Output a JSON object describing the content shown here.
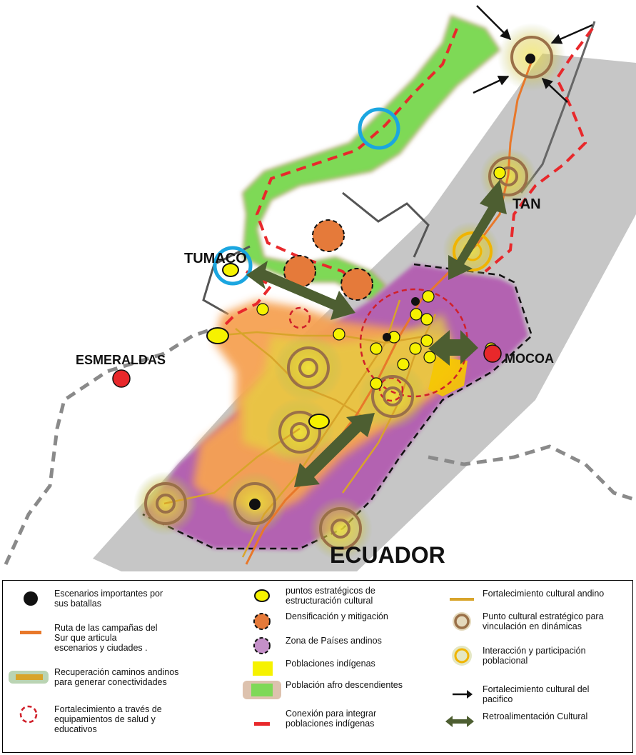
{
  "map": {
    "places": {
      "tumaco": "TUMACO",
      "esmeraldas": "ESMERALDAS",
      "mocoa": "MOCOA",
      "ecuador": "ECUADOR",
      "pasto_partial": "TAN"
    },
    "colors": {
      "green_pacific": "#7ed957",
      "orange": "#f6a253",
      "purple": "#b25ab0",
      "gray_band": "#c9c9c9",
      "red_dash": "#e8282b",
      "olive_arrow": "#4d5e31",
      "brown_ring": "#9a7048",
      "yellow": "#f6f200",
      "blue_ring": "#1ba6e0"
    }
  },
  "legend": {
    "col1": [
      {
        "icon": "black-dot",
        "text": "Escenarios importantes por\nsus batallas"
      },
      {
        "icon": "orange-line",
        "text": "Ruta de las campañas del\nSur que articula\nescenarios y ciudades ."
      },
      {
        "icon": "andean-road",
        "text": "Recuperación caminos andinos\npara generar conectividades"
      },
      {
        "icon": "red-dashed-circle",
        "text": "Fortalecimiento  a través de\nequipamientos  de salud y\neducativos"
      }
    ],
    "col2": [
      {
        "icon": "yellow-dot",
        "text": "puntos estratégicos de\nestructuración cultural"
      },
      {
        "icon": "orange-dashed-dot",
        "text": "Densificación  y mitigación"
      },
      {
        "icon": "purple-dashed-dot",
        "text": "Zona de Países andinos"
      },
      {
        "icon": "yellow-rect",
        "text": "Poblaciones indígenas"
      },
      {
        "icon": "green-rect",
        "text": "Población afro descendientes"
      },
      {
        "icon": "red-dash",
        "text": "Conexión para integrar\npoblaciones indígenas"
      }
    ],
    "col3": [
      {
        "icon": "gold-line",
        "text": "Fortalecimiento cultural andino"
      },
      {
        "icon": "brown-ring",
        "text": "Punto cultural estratégico para\nvinculación   en dinámicas"
      },
      {
        "icon": "gold-ring",
        "text": "Interacción y participación\npoblacional"
      },
      {
        "icon": "black-arrow",
        "text": "Fortalecimiento cultural del\npacifico"
      },
      {
        "icon": "double-arrow",
        "text": "Retroalimentación  Cultural"
      }
    ]
  }
}
